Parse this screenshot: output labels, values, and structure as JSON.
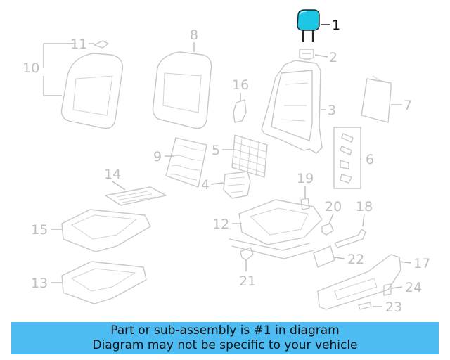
{
  "accent_color": "#4cbcf3",
  "highlight_color": "#1ec6e6",
  "callouts": [
    {
      "id": "1",
      "label": "1",
      "highlighted": true
    },
    {
      "id": "2",
      "label": "2"
    },
    {
      "id": "3",
      "label": "3"
    },
    {
      "id": "4",
      "label": "4"
    },
    {
      "id": "5",
      "label": "5"
    },
    {
      "id": "6",
      "label": "6"
    },
    {
      "id": "7",
      "label": "7"
    },
    {
      "id": "8",
      "label": "8"
    },
    {
      "id": "9",
      "label": "9"
    },
    {
      "id": "10",
      "label": "10"
    },
    {
      "id": "11",
      "label": "11"
    },
    {
      "id": "12",
      "label": "12"
    },
    {
      "id": "13",
      "label": "13"
    },
    {
      "id": "14",
      "label": "14"
    },
    {
      "id": "15",
      "label": "15"
    },
    {
      "id": "16",
      "label": "16"
    },
    {
      "id": "17",
      "label": "17"
    },
    {
      "id": "18",
      "label": "18"
    },
    {
      "id": "19",
      "label": "19"
    },
    {
      "id": "20",
      "label": "20"
    },
    {
      "id": "21",
      "label": "21"
    },
    {
      "id": "22",
      "label": "22"
    },
    {
      "id": "23",
      "label": "23"
    },
    {
      "id": "24",
      "label": "24"
    }
  ],
  "banner": {
    "line1": "Part or sub-assembly is #1 in diagram",
    "line2": "Diagram may not be specific to your vehicle"
  }
}
